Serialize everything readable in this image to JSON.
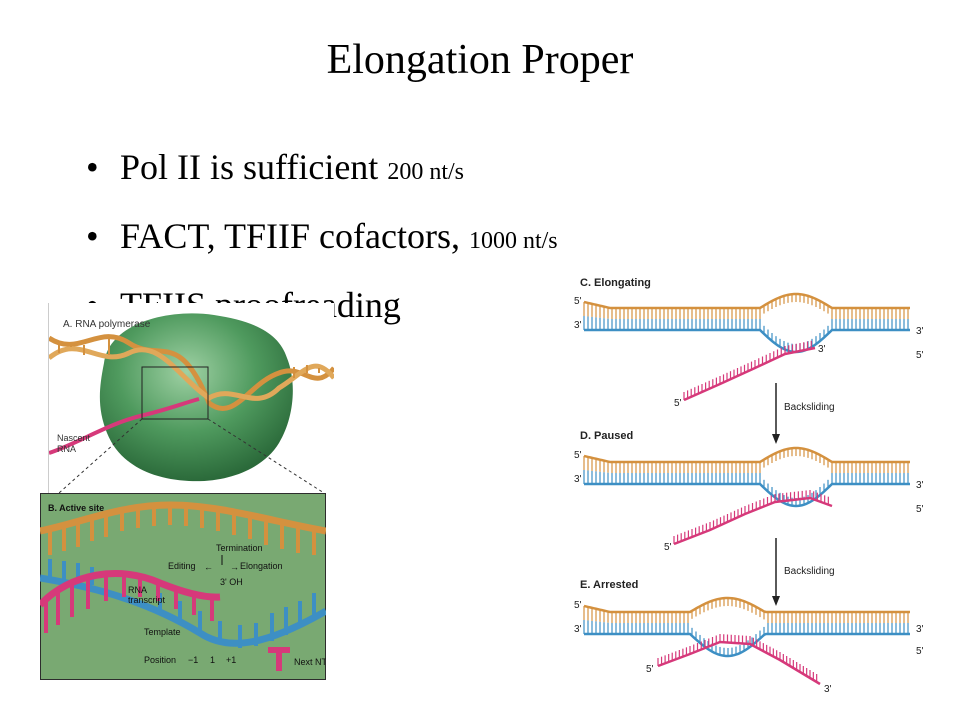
{
  "slide": {
    "title": "Elongation Proper",
    "bullets": [
      {
        "text": "Pol II is sufficient ",
        "small": "200 nt/s"
      },
      {
        "text": "FACT, TFIIF cofactors, ",
        "small": "1000 nt/s"
      },
      {
        "text": "TFIIS proofreading",
        "small": ""
      }
    ],
    "bullet_char": "•"
  },
  "figure_a": {
    "label": "A. RNA polymerase",
    "nascent_label": "Nascent",
    "rna_label": "RNA"
  },
  "figure_b": {
    "label": "B. Active site",
    "termination": "Termination",
    "editing": "Editing",
    "elongation": "Elongation",
    "oh": "3' OH",
    "rna_transcript_1": "RNA",
    "rna_transcript_2": "transcript",
    "template": "Template",
    "position": "Position",
    "pos_minus1": "−1",
    "pos_1": "1",
    "pos_plus1": "+1",
    "next_ntp": "Next NTP"
  },
  "figure_cde": {
    "c_label": "C. Elongating",
    "d_label": "D. Paused",
    "e_label": "E. Arrested",
    "backsliding": "Backsliding",
    "five_prime": "5'",
    "three_prime": "3'"
  },
  "colors": {
    "dna_top": "#d4913f",
    "dna_bottom": "#3d8fc4",
    "rna": "#d6397a",
    "polymerase": "#4f9a5e",
    "active_bg": "#79a972"
  }
}
